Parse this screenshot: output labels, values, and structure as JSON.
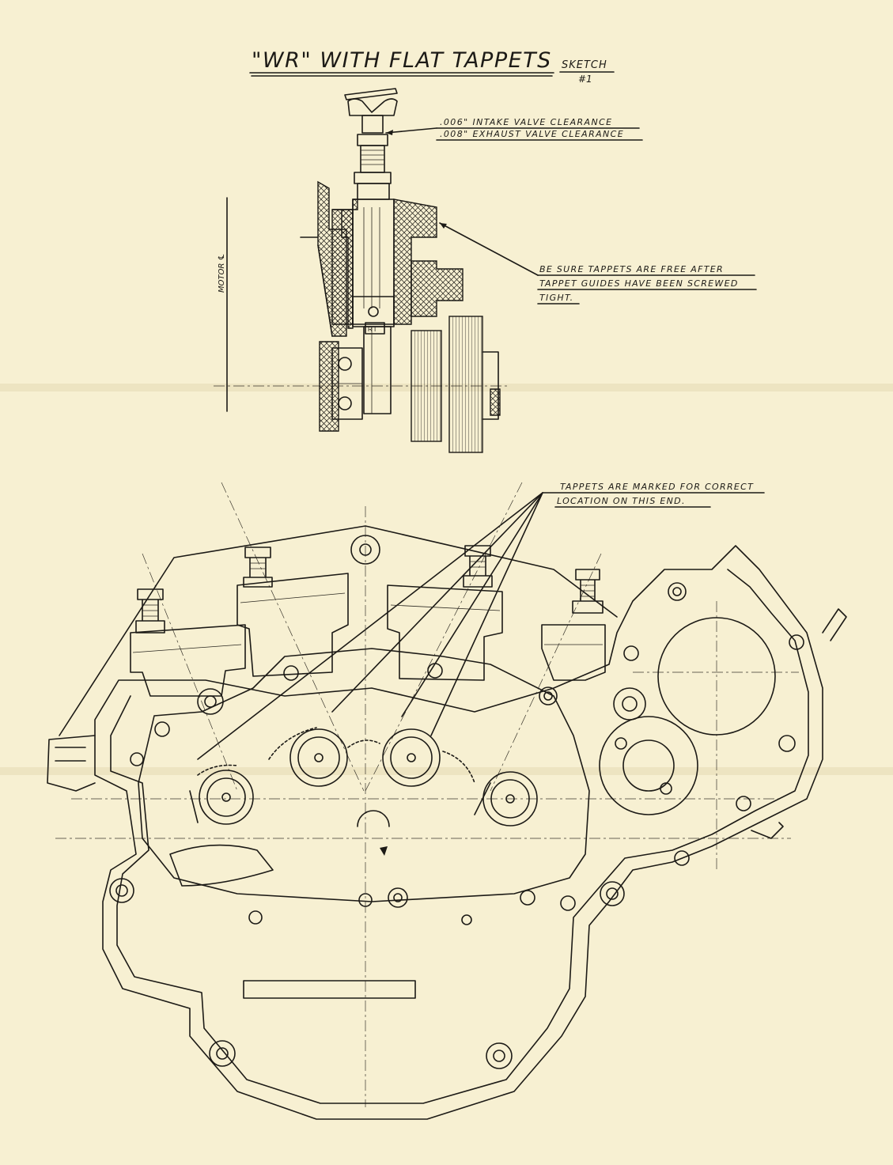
{
  "title": "\"WR\" WITH FLAT TAPPETS",
  "sketch_label": "SKETCH",
  "sketch_number": "#1",
  "notes": {
    "clearance_intake": ".006\" INTAKE VALVE CLEARANCE",
    "clearance_exhaust": ".008\" EXHAUST VALVE CLEARANCE",
    "tappets_free_1": "BE SURE TAPPETS ARE FREE AFTER",
    "tappets_free_2": "TAPPET GUIDES HAVE BEEN SCREWED",
    "tappets_free_3": "TIGHT.",
    "tappets_marked_1": "TAPPETS ARE MARKED FOR CORRECT",
    "tappets_marked_2": "LOCATION ON THIS END.",
    "motor_centerline": "MOTOR ℄",
    "guide_mark": "R I"
  },
  "colors": {
    "paper": "#f7f0d2",
    "ink": "#1c1a16"
  }
}
